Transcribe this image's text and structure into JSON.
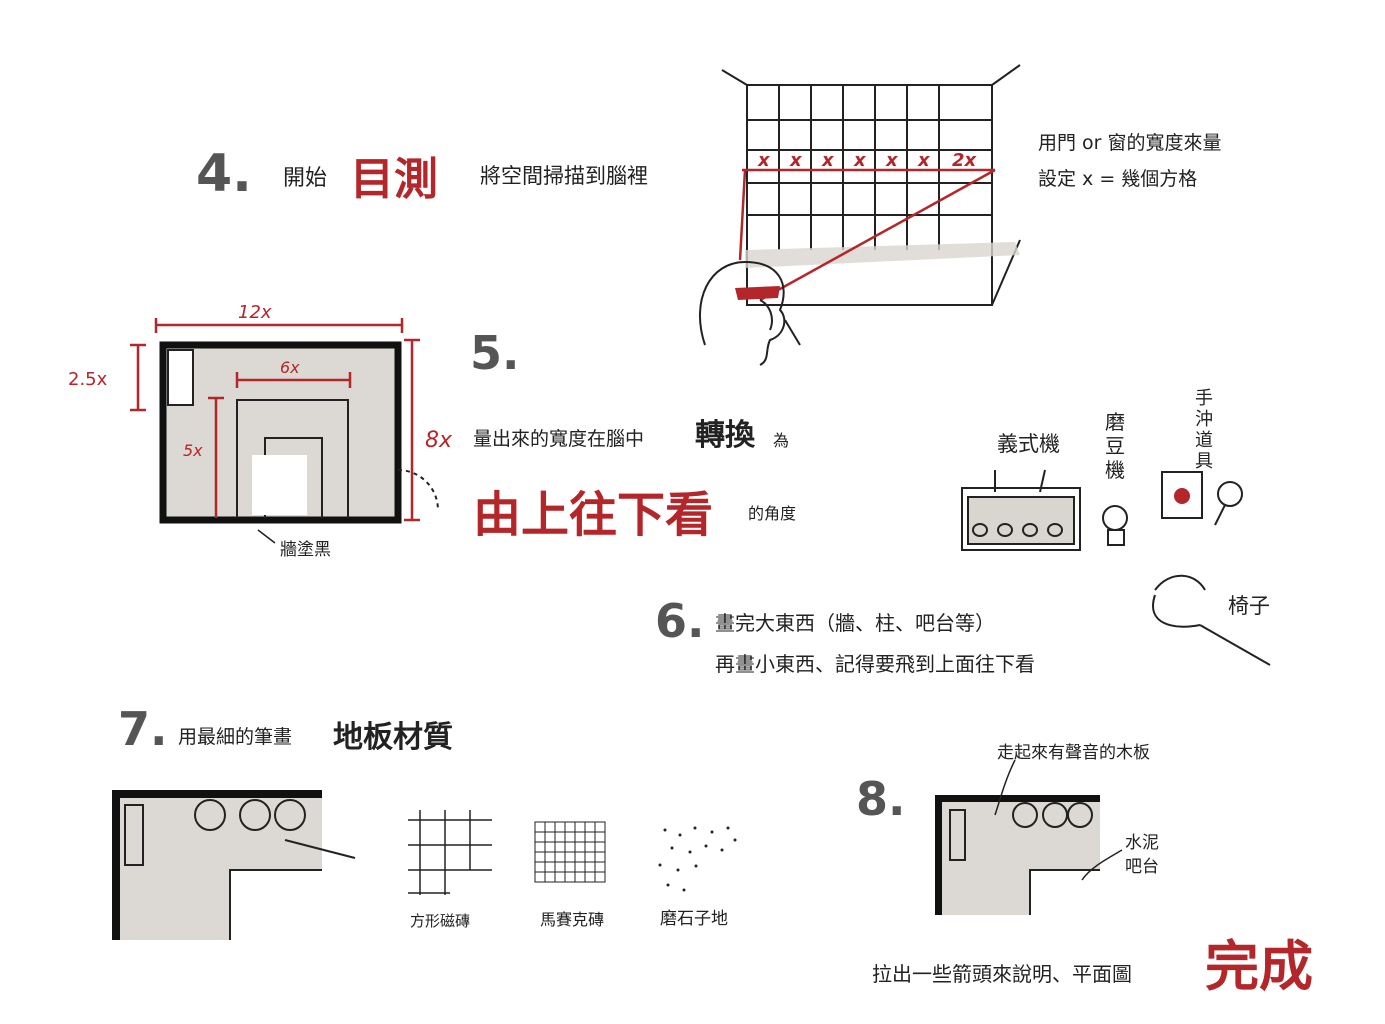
{
  "colors": {
    "accent_red": "#b3262a",
    "ink": "#222222",
    "step_gray": "#555555",
    "wall_black": "#111111",
    "floor_wash": "#d9d6d0"
  },
  "step4": {
    "number": "4.",
    "pre": "開始",
    "highlight": "目測",
    "post": "將空間掃描到腦裡",
    "note_line1": "用門 or 窗的寬度來量",
    "note_line2": "設定 x = 幾個方格",
    "grid_labels": [
      "x",
      "x",
      "x",
      "x",
      "x",
      "x",
      "2x"
    ]
  },
  "step5": {
    "number": "5.",
    "line1_pre": "量出來的寬度在腦中",
    "line1_bold": "轉換",
    "line1_post": "為",
    "line2_big": "由上往下看",
    "line2_post": "的角度",
    "dim_width": "12x",
    "dim_height": "8x",
    "dim_side": "2.5x",
    "dim_inner_width": "6x",
    "dim_inner_height": "5x",
    "wall_note": "牆塗黑"
  },
  "machines": {
    "espresso": "義式機",
    "grinder": "磨豆機",
    "pourover": "手沖道具",
    "chair": "椅子"
  },
  "step6": {
    "number": "6.",
    "line1": "畫完大東西（牆、柱、吧台等）",
    "line2": "再畫小東西、記得要飛到上面往下看"
  },
  "step7": {
    "number": "7.",
    "pre": "用最細的筆畫",
    "bold": "地板材質",
    "materials": [
      "方形磁磚",
      "馬賽克磚",
      "磨石子地"
    ]
  },
  "step8": {
    "number": "8.",
    "note_wood": "走起來有聲音的木板",
    "note_bar_line1": "水泥",
    "note_bar_line2": "吧台",
    "footer_text": "拉出一些箭頭來說明、平面圖",
    "footer_big": "完成"
  }
}
